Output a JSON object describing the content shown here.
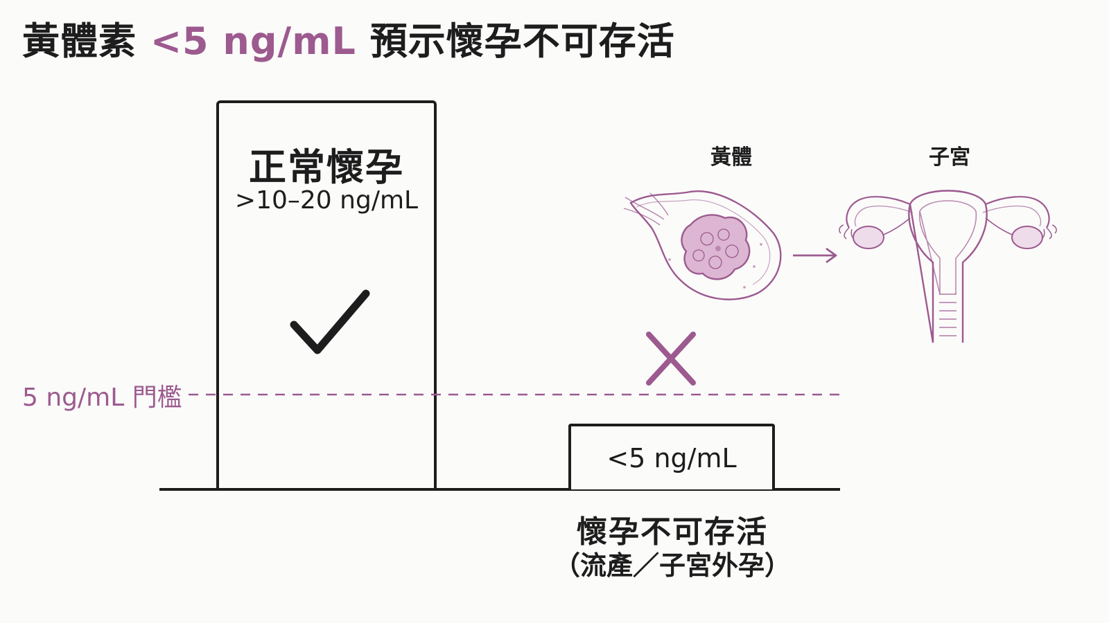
{
  "title": {
    "prefix": "黃體素 ",
    "accent": "<5 ng/mL",
    "suffix": " 預示懷孕不可存活"
  },
  "normal_bar": {
    "title": "正常懷孕",
    "value": ">10–20 ng/mL"
  },
  "threshold": {
    "label": "5 ng/mL 門檻"
  },
  "low_bar": {
    "value": "<5 ng/mL"
  },
  "outcome": {
    "main": "懷孕不可存活",
    "sub": "（流產／子宮外孕）"
  },
  "illustration": {
    "corpus_luteum_label": "黃體",
    "uterus_label": "子宮"
  },
  "colors": {
    "accent": "#9c5a8f",
    "ink": "#1d1d1d",
    "background": "#fbfbfa"
  },
  "icons": [
    "check-icon",
    "cross-icon",
    "corpus-luteum-icon",
    "arrow-right-icon",
    "uterus-icon"
  ]
}
